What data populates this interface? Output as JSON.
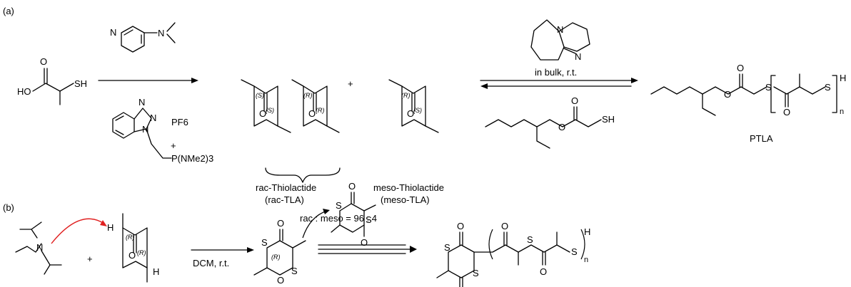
{
  "panel_a": {
    "label": "(a)",
    "rac_name_line1": "rac-Thiolactide",
    "rac_name_line2": "(rac-TLA)",
    "meso_name_line1": "meso-Thiolactide",
    "meso_name_line2": "(meso-TLA)",
    "ratio": "rac : meso = 96 : 4",
    "plus": "+",
    "conditions": "in bulk, r.t.",
    "product": "PTLA",
    "pf6": "PF6",
    "reagent_group": "P(NMe2)3"
  },
  "panel_b": {
    "label": "(b)",
    "plus": "+",
    "conditions": "DCM, r.t."
  },
  "atoms": {
    "HO": "HO",
    "SH": "SH",
    "N": "N",
    "S": "S",
    "O": "O",
    "H": "H",
    "n": "n",
    "R": "(R)",
    "S_config": "(S)"
  }
}
